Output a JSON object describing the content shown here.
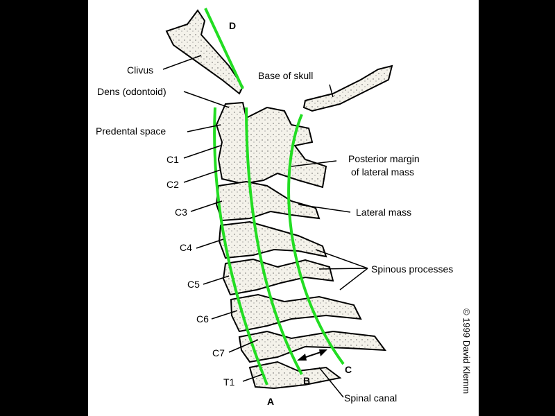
{
  "labels": {
    "clivus": "Clivus",
    "dens": "Dens (odontoid)",
    "predental": "Predental space",
    "c1": "C1",
    "c2": "C2",
    "c3": "C3",
    "c4": "C4",
    "c5": "C5",
    "c6": "C6",
    "c7": "C7",
    "t1": "T1",
    "base_of_skull": "Base of skull",
    "posterior_margin_1": "Posterior margin",
    "posterior_margin_2": "of lateral mass",
    "lateral_mass": "Lateral mass",
    "spinous_processes": "Spinous processes",
    "spinal_canal": "Spinal canal"
  },
  "line_letters": {
    "a": "A",
    "b": "B",
    "c": "C",
    "d": "D"
  },
  "copyright": "© 1999 David Klemm",
  "colors": {
    "background": "#000000",
    "panel": "#ffffff",
    "line_green": "#22dd22",
    "bone_fill": "#f2f0e6",
    "ink": "#000000"
  }
}
